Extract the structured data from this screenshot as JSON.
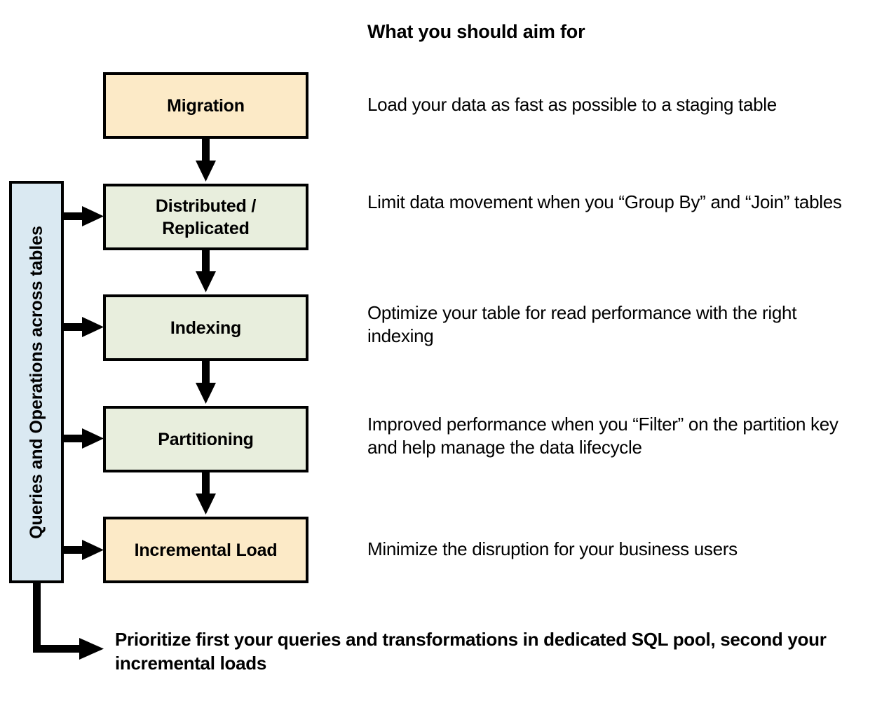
{
  "header": {
    "title": "What you should aim for"
  },
  "side_bar": {
    "label": "Queries and Operations across tables",
    "color": "#DAE9F2"
  },
  "colors": {
    "cream_box": "#FCEAC7",
    "green_box": "#E8EEDD",
    "side_bar": "#DAE9F2",
    "outline": "#000000",
    "background": "#FFFFFF"
  },
  "stages": [
    {
      "id": "migration",
      "label": "Migration",
      "fill": "#FCEAC7",
      "description": "Load your data as fast as possible to a staging table",
      "fed_by_side_bar": false
    },
    {
      "id": "distributed",
      "label": "Distributed / Replicated",
      "fill": "#E8EEDD",
      "description": "Limit data movement when you “Group By” and “Join” tables",
      "fed_by_side_bar": true
    },
    {
      "id": "indexing",
      "label": "Indexing",
      "fill": "#E8EEDD",
      "description": "Optimize your table for read performance with the right indexing",
      "fed_by_side_bar": true
    },
    {
      "id": "partitioning",
      "label": "Partitioning",
      "fill": "#E8EEDD",
      "description": "Improved performance when you “Filter” on the partition key and help manage the data lifecycle",
      "fed_by_side_bar": true
    },
    {
      "id": "incremental",
      "label": "Incremental Load",
      "fill": "#FCEAC7",
      "description": "Minimize the disruption for your business users",
      "fed_by_side_bar": true
    }
  ],
  "conclusion": {
    "text": "Prioritize first your queries and transformations in dedicated SQL pool, second your incremental loads"
  }
}
